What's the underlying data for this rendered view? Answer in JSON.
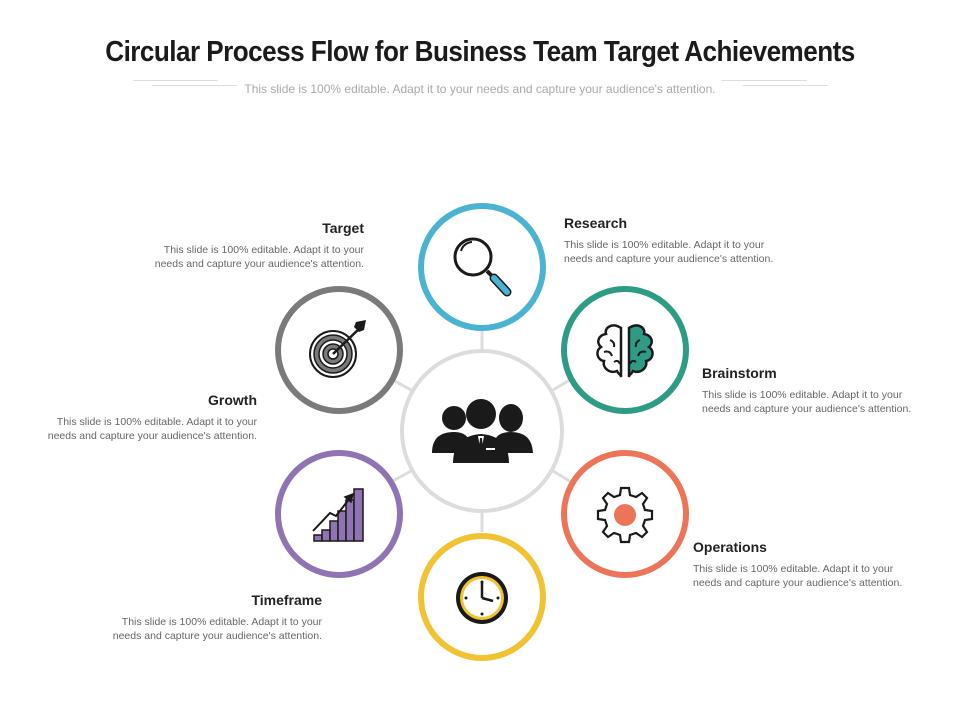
{
  "header": {
    "title": "Circular Process Flow for Business Team Target Achievements",
    "subtitle": "This slide is 100% editable. Adapt it to your needs and capture your audience's attention."
  },
  "center": {
    "icon": "business-team-icon"
  },
  "nodes": [
    {
      "id": "research",
      "label": "Research",
      "description": "This slide is 100% editable. Adapt it to your needs and capture your audience's attention.",
      "icon": "magnifier-icon",
      "color": "#4ab3d1"
    },
    {
      "id": "brainstorm",
      "label": "Brainstorm",
      "description": "This slide is 100% editable. Adapt it to your needs and capture your audience's attention.",
      "icon": "brain-icon",
      "color": "#2e9c84"
    },
    {
      "id": "operations",
      "label": "Operations",
      "description": "This slide is 100% editable. Adapt it to your needs and capture your audience's attention.",
      "icon": "gear-icon",
      "color": "#ec7559"
    },
    {
      "id": "timeframe",
      "label": "Timeframe",
      "description": "This slide is 100% editable. Adapt it to your needs and capture your audience's attention.",
      "icon": "clock-icon",
      "color": "#f1c232"
    },
    {
      "id": "growth",
      "label": "Growth",
      "description": "This slide is 100% editable. Adapt it to your needs and capture your audience's attention.",
      "icon": "growth-chart-icon",
      "color": "#9073b2"
    },
    {
      "id": "target",
      "label": "Target",
      "description": "This slide is 100% editable. Adapt it to your needs and capture your audience's attention.",
      "icon": "target-icon",
      "color": "#7a7a7a"
    }
  ]
}
